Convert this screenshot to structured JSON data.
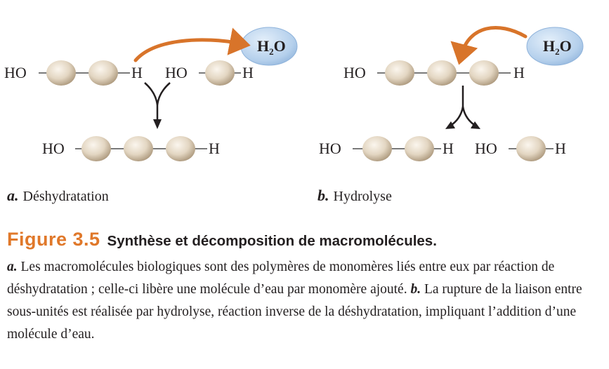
{
  "panels": [
    {
      "id": "a",
      "letter": "a.",
      "name": "Déshydratation",
      "top_chain": {
        "left_end": "HO",
        "right_end": "H"
      },
      "top_chain_2": {
        "left_end": "HO",
        "right_end": "H"
      },
      "product_chain": {
        "left_end": "HO",
        "right_end": "H"
      },
      "water": {
        "main": "H",
        "sub": "2",
        "tail": "O"
      }
    },
    {
      "id": "b",
      "letter": "b.",
      "name": "Hydrolyse",
      "top_chain": {
        "left_end": "HO",
        "right_end": "H"
      },
      "product_chain": {
        "left_end": "HO",
        "right_end": "H"
      },
      "product_chain_2": {
        "left_end": "HO",
        "right_end": "H"
      },
      "water": {
        "main": "H",
        "sub": "2",
        "tail": "O"
      }
    }
  ],
  "caption": {
    "figure_number": "Figure 3.5",
    "title": "Synthèse et décomposition de macromolécules.",
    "body": [
      {
        "bold": "a.",
        "text": " Les macromolécules biologiques sont des polymères de monomères liés entre eux par réaction de déshydratation ; celle-ci libère une molécule d’eau par monomère ajouté. "
      },
      {
        "bold": "b.",
        "text": " La rupture de la liaison entre sous-unités est réalisée par hydrolyse, réaction inverse de la déshydratation, impliquant l’addition d’une molécule d’eau."
      }
    ]
  },
  "colors": {
    "arrow_orange": "#d8742a",
    "bond_line": "#7a7a7a",
    "monomer_fill": "#e6dbc9",
    "monomer_shade": "#b7a58b",
    "water_fill": "#b9d3ec",
    "water_edge": "#8fb3db",
    "figure_number": "#e0782a"
  }
}
